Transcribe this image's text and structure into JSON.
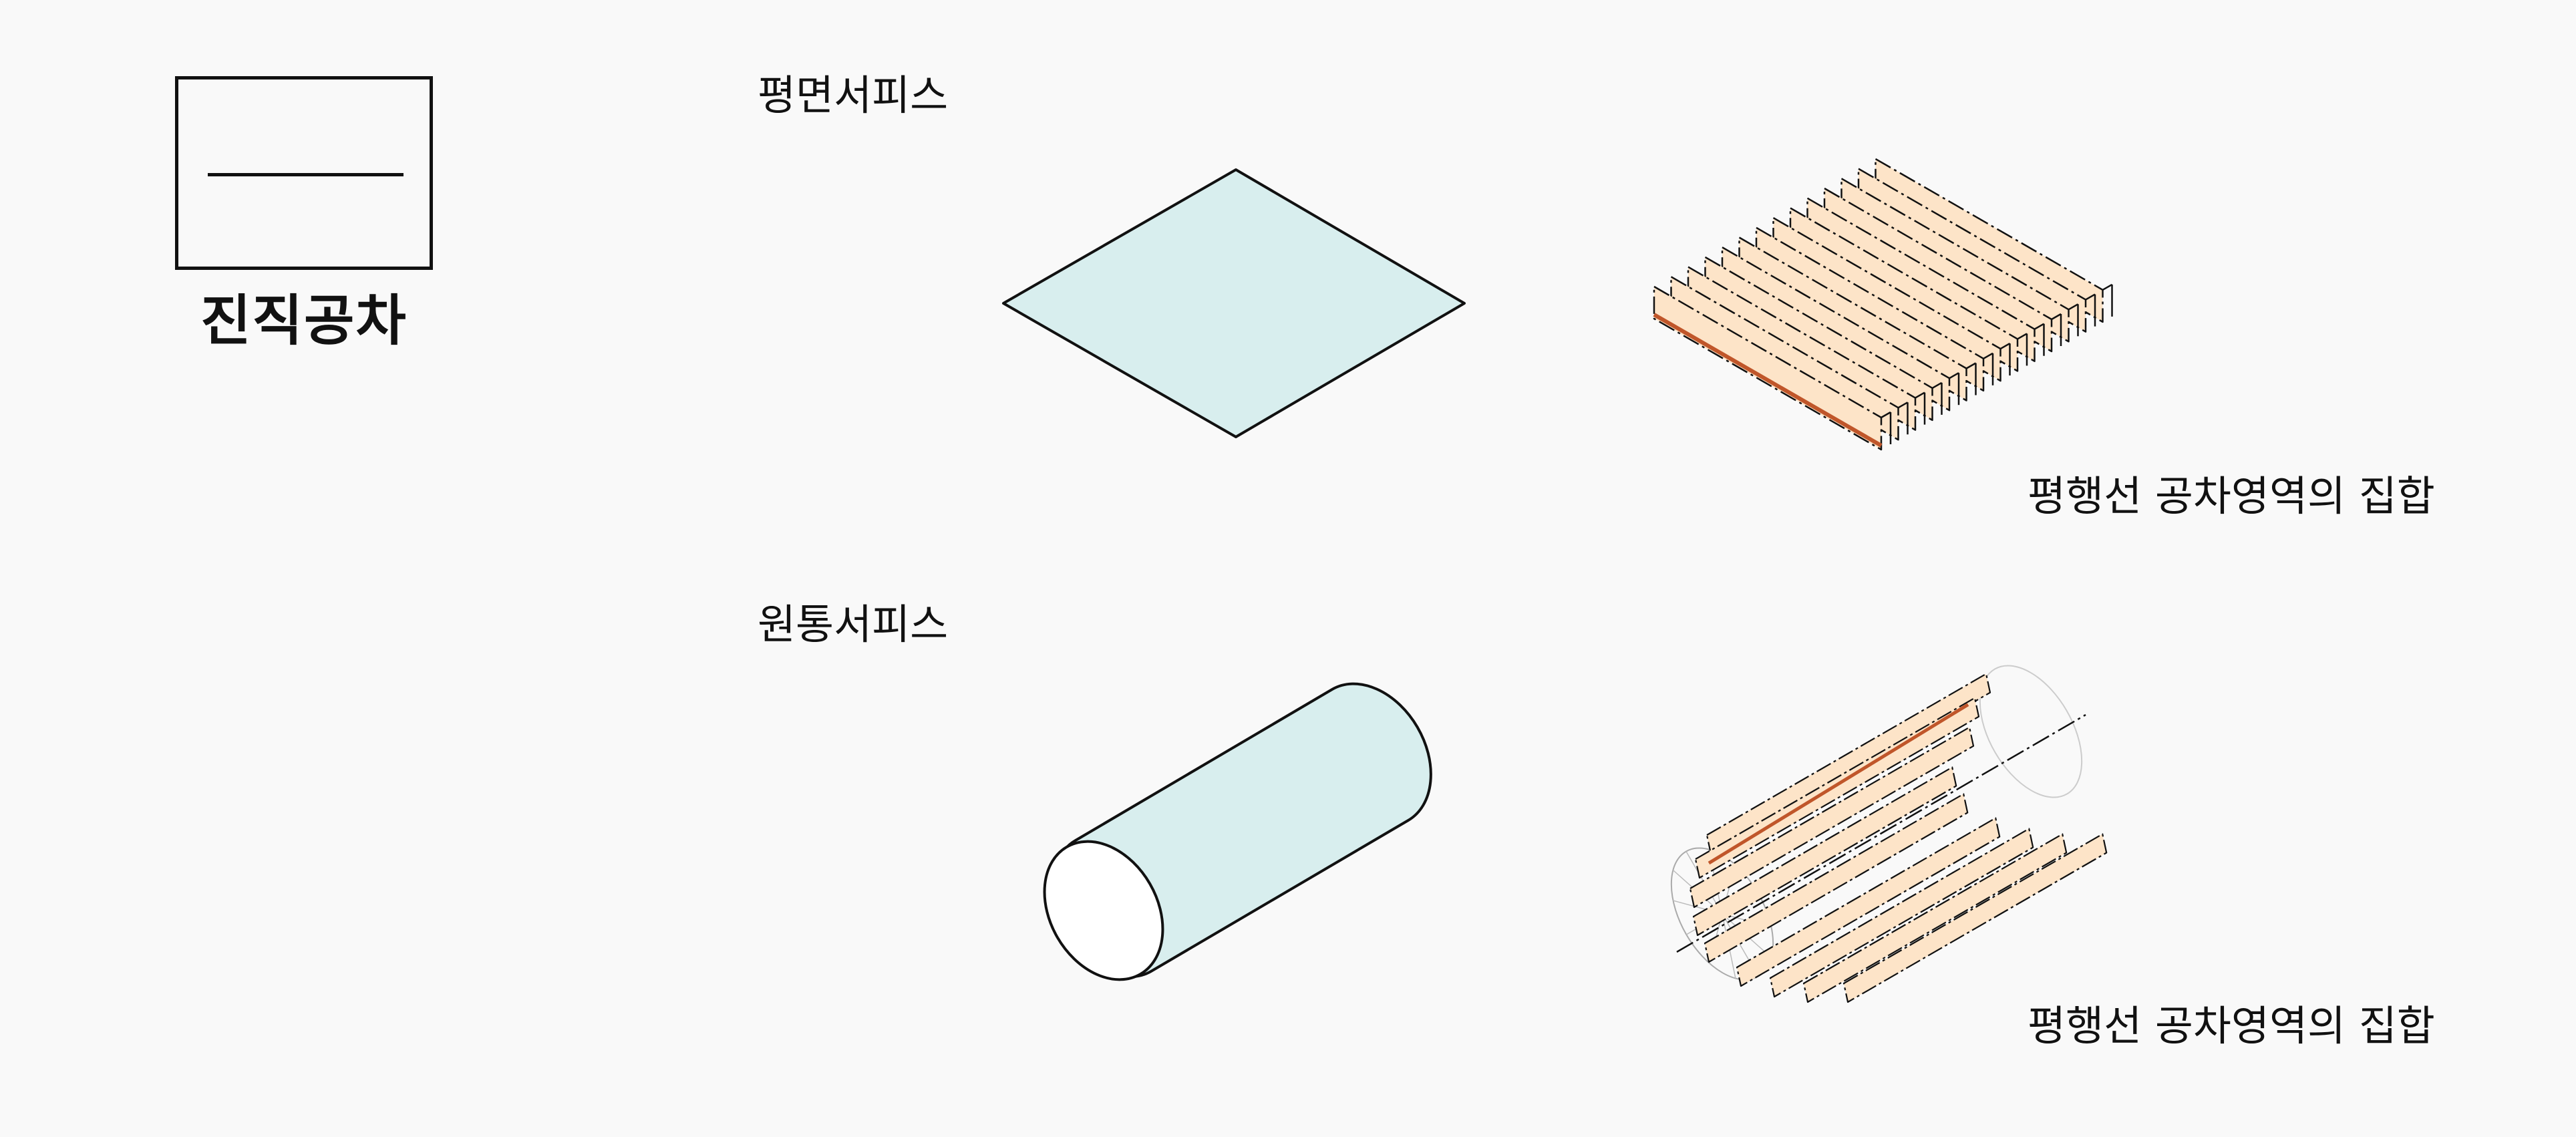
{
  "legend": {
    "label": "진직공차"
  },
  "sections": [
    {
      "title": "평면서피스",
      "caption": "평행선 공차영역의 집합"
    },
    {
      "title": "원통서피스",
      "caption": "평행선 공차영역의 집합"
    }
  ],
  "colors": {
    "surface_fill": "#d8eeee",
    "zone_fill": "#fde4c8",
    "zone_highlight": "#c0562a",
    "line": "#111111",
    "background": "#f9f9f9"
  }
}
